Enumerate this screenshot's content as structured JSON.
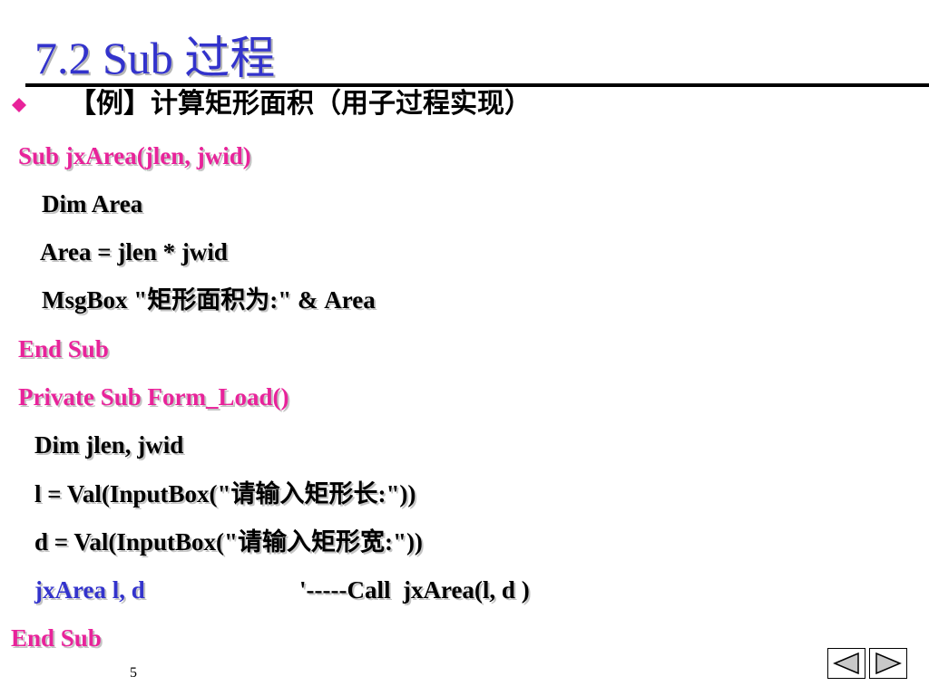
{
  "slide": {
    "title": "7.2  Sub 过程",
    "bullet_text": "【例】计算矩形面积（用子过程实现）",
    "page_number": "5"
  },
  "colors": {
    "title": "#3333cc",
    "keyword": "#e8239a",
    "call": "#3333cc",
    "text": "#000000",
    "bullet": "#e8239a"
  },
  "code": {
    "sub_header": "Sub jxArea(jlen, jwid)",
    "dim_area": "Dim Area",
    "area_assign": "Area = jlen * jwid",
    "msgbox": "MsgBox \"矩形面积为:\" & Area",
    "end_sub_1": "End Sub",
    "form_load": "Private Sub Form_Load()",
    "dim_jlen": "Dim jlen, jwid",
    "l_assign": "l = Val(InputBox(\"请输入矩形长:\"))",
    "d_assign": "d = Val(InputBox(\"请输入矩形宽:\"))",
    "call_stmt": "jxArea l, d",
    "call_comment": "'-----Call  jxArea(l, d )",
    "end_sub_2": "End Sub"
  },
  "navigation": {
    "prev_icon": "triangle-left-icon",
    "next_icon": "triangle-right-icon"
  }
}
